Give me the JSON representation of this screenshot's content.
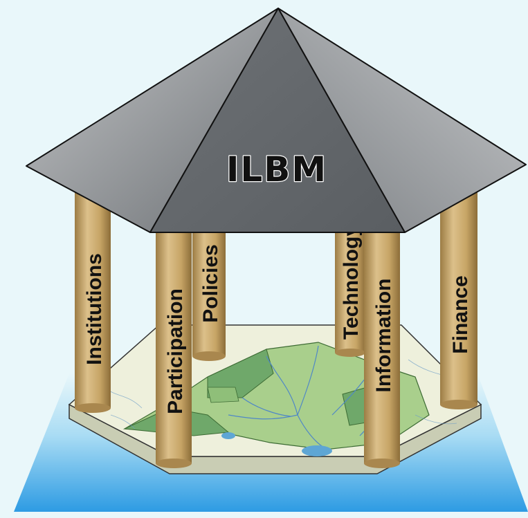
{
  "title": "ILBM",
  "pillars": {
    "institutions": "Institutions",
    "participation": "Participation",
    "policies": "Policies",
    "technology": "Technology",
    "information": "Information",
    "finance": "Finance"
  },
  "colors": {
    "background": "#e9f7fa",
    "roof": "#8d9195",
    "pillar": "#c9a86a",
    "base": "#eef0dc",
    "map_green": "#a9cf8c",
    "water": "#5ea6d4",
    "reflection": "#2f9ee3"
  }
}
